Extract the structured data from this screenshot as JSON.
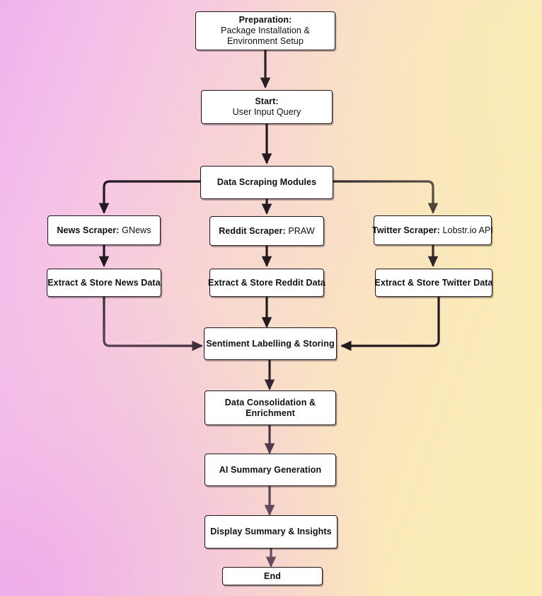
{
  "diagram": {
    "title": "Data Scraping & Sentiment Analysis Pipeline Flowchart",
    "type": "flowchart",
    "orientation": "top-to-bottom",
    "background": {
      "style": "diagonal-gradient",
      "from": "#efb2ec",
      "mid": "#f8dccb",
      "to": "#fbeeb4"
    },
    "node_style": {
      "fill": "#ffffff",
      "border": "#1d1419",
      "text": "#12100f",
      "shadow": "rgba(25,18,22,0.30)"
    },
    "edge_color": "#231a20"
  },
  "nodes": {
    "preparation": {
      "bold": "Preparation:",
      "line2": "Package Installation &",
      "line3": "Environment Setup"
    },
    "start": {
      "bold": "Start:",
      "line2": "User Input Query"
    },
    "scraping_modules": {
      "label": "Data Scraping Modules"
    },
    "news_scraper": {
      "bold": "News Scraper:",
      "value": " GNews"
    },
    "reddit_scraper": {
      "bold": "Reddit Scraper:",
      "value": " PRAW"
    },
    "twitter_scraper": {
      "bold": "Twitter Scraper:",
      "value": " Lobstr.io API"
    },
    "store_news": {
      "label": "Extract & Store News Data"
    },
    "store_reddit": {
      "label": "Extract & Store Reddit Data"
    },
    "store_twitter": {
      "label": "Extract & Store Twitter Data"
    },
    "sentiment": {
      "label": "Sentiment Labelling & Storing"
    },
    "consolidation": {
      "line1": "Data Consolidation &",
      "line2": "Enrichment"
    },
    "ai_summary": {
      "label": "AI Summary Generation"
    },
    "display_summary": {
      "label": "Display Summary & Insights"
    },
    "end": {
      "label": "End"
    }
  },
  "edges": [
    {
      "from": "preparation",
      "to": "start",
      "kind": "straight-down"
    },
    {
      "from": "start",
      "to": "scraping_modules",
      "kind": "straight-down"
    },
    {
      "from": "scraping_modules",
      "to": "news_scraper",
      "kind": "left-elbow"
    },
    {
      "from": "scraping_modules",
      "to": "reddit_scraper",
      "kind": "straight-down"
    },
    {
      "from": "scraping_modules",
      "to": "twitter_scraper",
      "kind": "right-elbow"
    },
    {
      "from": "news_scraper",
      "to": "store_news",
      "kind": "straight-down"
    },
    {
      "from": "reddit_scraper",
      "to": "store_reddit",
      "kind": "straight-down"
    },
    {
      "from": "twitter_scraper",
      "to": "store_twitter",
      "kind": "straight-down"
    },
    {
      "from": "store_news",
      "to": "sentiment",
      "kind": "left-elbow-merge"
    },
    {
      "from": "store_reddit",
      "to": "sentiment",
      "kind": "straight-down"
    },
    {
      "from": "store_twitter",
      "to": "sentiment",
      "kind": "right-elbow-merge"
    },
    {
      "from": "sentiment",
      "to": "consolidation",
      "kind": "straight-down"
    },
    {
      "from": "consolidation",
      "to": "ai_summary",
      "kind": "straight-down"
    },
    {
      "from": "ai_summary",
      "to": "display_summary",
      "kind": "straight-down"
    },
    {
      "from": "display_summary",
      "to": "end",
      "kind": "straight-down"
    }
  ]
}
